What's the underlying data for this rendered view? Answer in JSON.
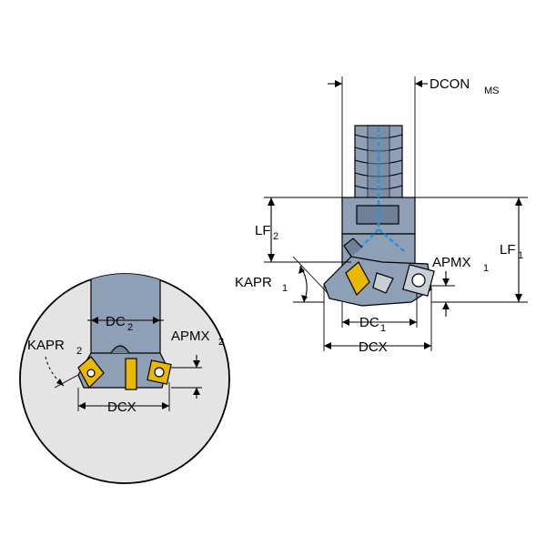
{
  "labels": {
    "dcon_ms": "DCON",
    "dcon_ms_sub": "MS",
    "lf2": "LF",
    "lf2_sub": "2",
    "lf1": "LF",
    "lf1_sub": "1",
    "kapr1": "KAPR",
    "kapr1_sub": "1",
    "apmx1": "APMX",
    "apmx1_sub": "1",
    "dc1": "DC",
    "dc1_sub": "1",
    "dcx_main": "DCX",
    "dc2": "DC",
    "dc2_sub": "2",
    "kapr2": "KAPR",
    "kapr2_sub": "2",
    "apmx2": "APMX",
    "apmx2_sub": "2",
    "dcx_detail": "DCX"
  },
  "colors": {
    "tool_body": "#8fa0b6",
    "insert_yellow": "#e9b800",
    "coolant_channel": "#2f8fd6",
    "detail_circle_fill": "#e4e4e4"
  }
}
